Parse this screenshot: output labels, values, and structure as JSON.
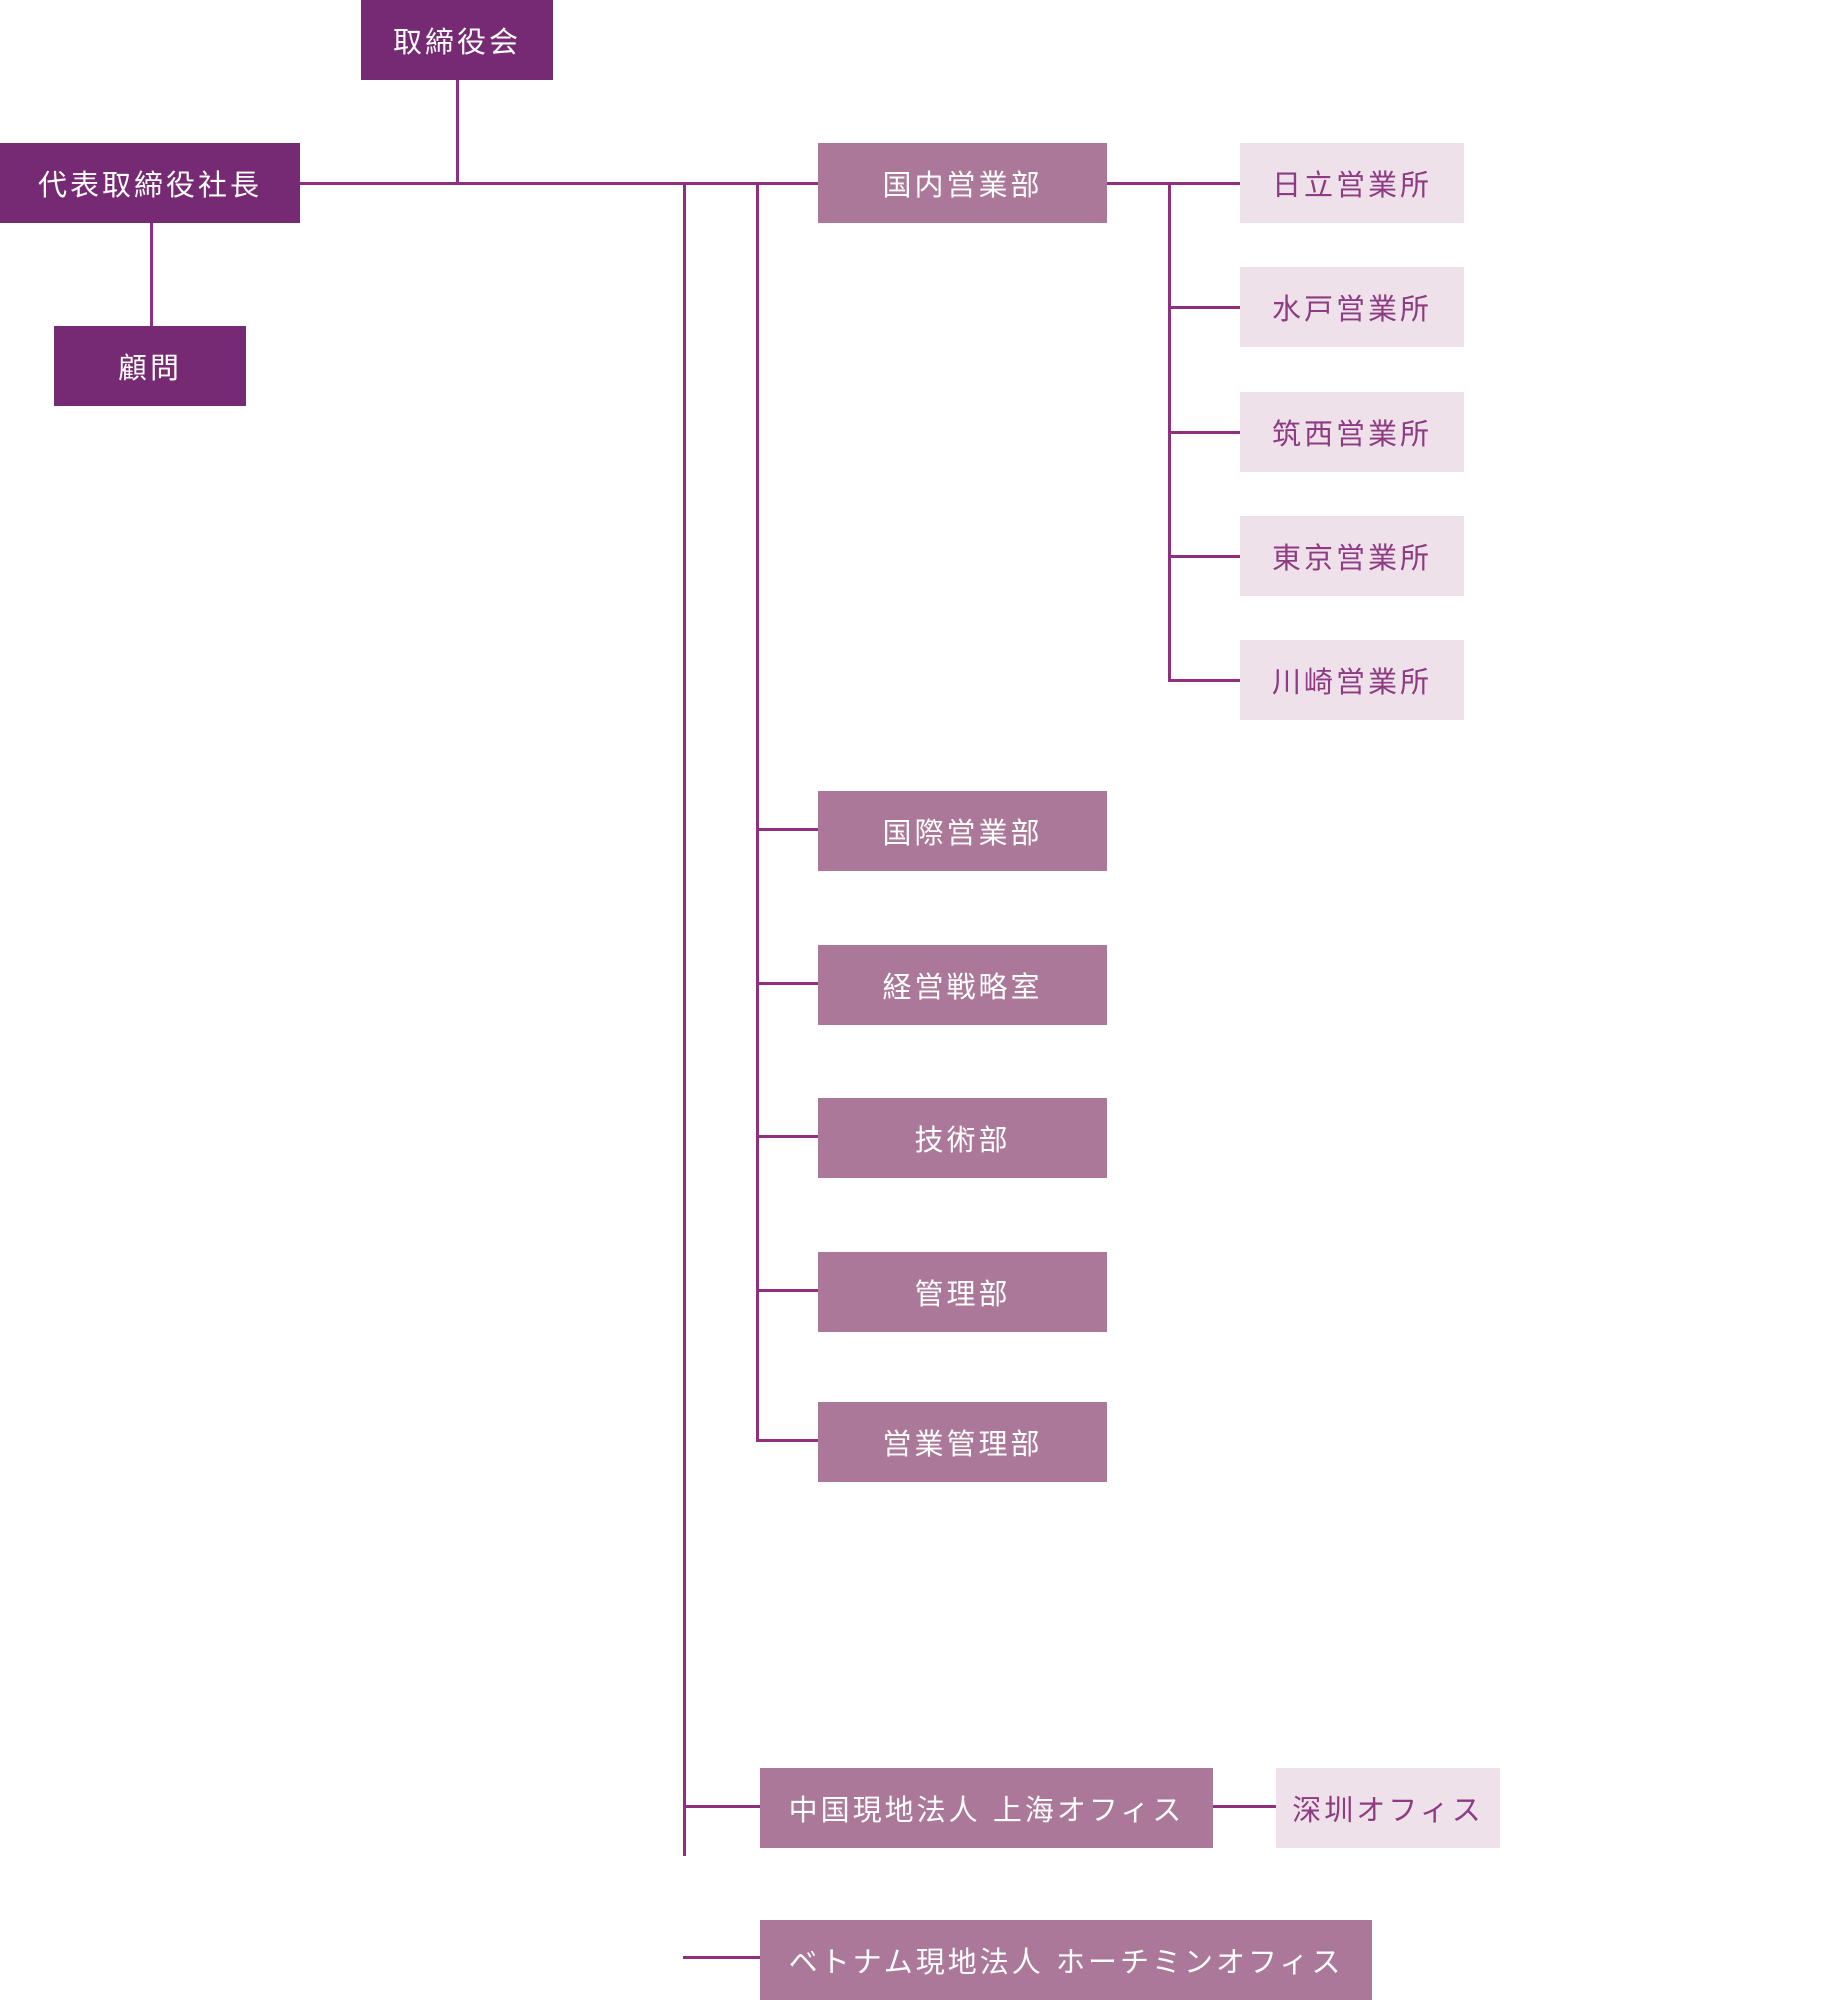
{
  "org": {
    "board": "取締役会",
    "president": "代表取締役社長",
    "advisor": "顧問",
    "departments": {
      "domestic_sales": "国内営業部",
      "international_sales": "国際営業部",
      "strategy": "経営戦略室",
      "technology": "技術部",
      "administration": "管理部",
      "sales_management": "営業管理部"
    },
    "domestic_offices": [
      "日立営業所",
      "水戸営業所",
      "筑西営業所",
      "東京営業所",
      "川崎営業所"
    ],
    "china_subsidiary": "中国現地法人 上海オフィス",
    "shenzhen_office": "深圳オフィス",
    "vietnam_subsidiary": "ベトナム現地法人 ホーチミンオフィス"
  },
  "colors": {
    "executive": "#772a74",
    "department": "#ab7899",
    "office": "#efe1ea",
    "office_text": "#8d3b82",
    "line": "#8f2f7d"
  }
}
